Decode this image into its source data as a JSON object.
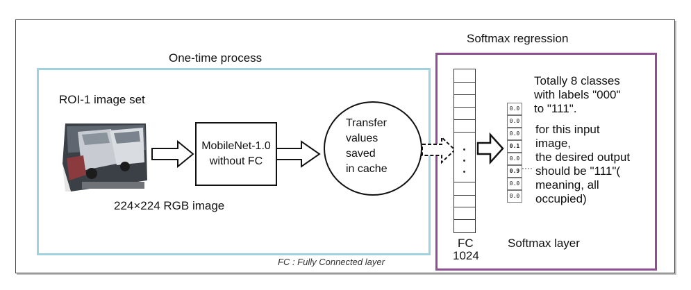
{
  "labels": {
    "softmax_regression": "Softmax regression",
    "one_time_process": "One-time process",
    "roi_image_set": "ROI-1 image set",
    "rgb_image": "224×224 RGB image",
    "mobilenet_line1": "MobileNet-1.0",
    "mobilenet_line2": "without FC",
    "transfer_lines": [
      "Transfer",
      "values",
      "saved",
      "in cache"
    ],
    "fc_line1": "FC",
    "fc_line2": "1024",
    "softmax_layer": "Softmax layer",
    "footnote": "FC : Fully Connected layer"
  },
  "description_lines": [
    "Totally 8 classes",
    "with labels \"000\"",
    "to \"111\".",
    "for this input",
    "image,",
    "the desired output",
    "should be \"111\"(",
    "meaning, all",
    "occupied)"
  ],
  "softmax_outputs": [
    "0.0",
    "0.0",
    "0.0",
    "0.1",
    "0.0",
    "0.9",
    "0.0",
    "0.0"
  ],
  "colors": {
    "one_time_box": "#9fd2de",
    "softmax_box": "#8d4f91",
    "lines": "#111111"
  }
}
